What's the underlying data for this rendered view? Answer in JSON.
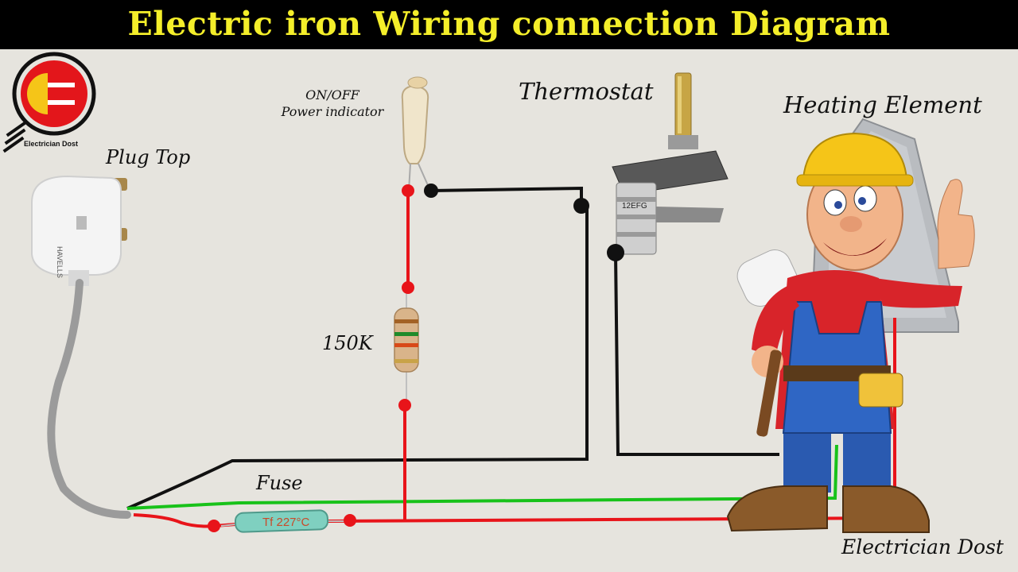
{
  "title": "Electric iron Wiring connection Diagram",
  "labels": {
    "plug_top": "Plug Top",
    "onoff_line1": "ON/OFF",
    "onoff_line2": "Power indicator",
    "thermostat": "Thermostat",
    "heating_element": "Heating Element",
    "resistor_value": "150K",
    "fuse": "Fuse",
    "fuse_marking": "Tf 227°C",
    "thermostat_marking": "12EFG",
    "plug_marking": "HAVELLS",
    "watermark": "Electrician Dost",
    "logo_text": "Electrician Dost"
  },
  "colors": {
    "title_bg": "#000000",
    "title_text": "#f4ee2a",
    "wire_live": "#e8141a",
    "wire_neutral": "#111111",
    "wire_earth": "#18c21a",
    "cable": "#9b9b9b",
    "logo_red": "#e3161b",
    "logo_yellow": "#f5c518"
  },
  "icons": [
    "electrician-dost-logo-icon",
    "plug-top-icon",
    "neon-lamp-icon",
    "resistor-icon",
    "thermostat-icon",
    "thermal-fuse-icon",
    "heating-element-plate-icon",
    "electrician-mascot-icon"
  ]
}
